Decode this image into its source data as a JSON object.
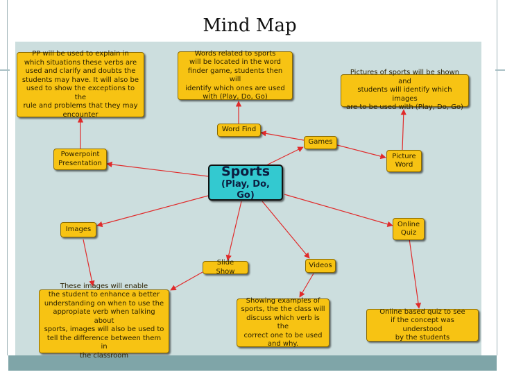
{
  "title": "Mind Map",
  "center": {
    "title": "Sports",
    "subtitle": "(Play, Do, Go)"
  },
  "nodes": {
    "pp_text": "PP will be used to explain in\nwhich situations these verbs are\nused and clarify and doubts the\nstudents may have. It will also be\nused to show the exceptions to the\nrule and problems that they may\nencounter",
    "powerpoint": "Powerpoint\nPresentation",
    "words_text": "Words related to sports\nwill be located in the word\nfinder game, students then will\nidentify which ones are used\nwith (Play, Do, Go)",
    "word_find": "Word Find",
    "games": "Games",
    "pictures_text": "Pictures of sports will be shown and\nstudents will identify which images\nare to be used with (Play, Do, Go)",
    "picture_word": "Picture\nWord",
    "images": "Images",
    "images_text": "These images will enable\nthe student to enhance a better\nunderstanding on when to use the\nappropiate verb when talking about\nsports, images will also be used to\ntell the difference between them in\nthe classroom",
    "slide_show": "Slide Show",
    "videos": "Videos",
    "videos_text": "Showing examples of\nsports, the the class will\ndiscuss which verb is the\ncorrect one to be used\nand why.",
    "online_quiz": "Online\nQuiz",
    "quiz_text": "Online based quiz to see\nif the concept was understood\nby the students"
  },
  "colors": {
    "node": "#f7c313",
    "center": "#33c9d0",
    "arrow": "#e02a2a",
    "panel": "#ccdede"
  }
}
